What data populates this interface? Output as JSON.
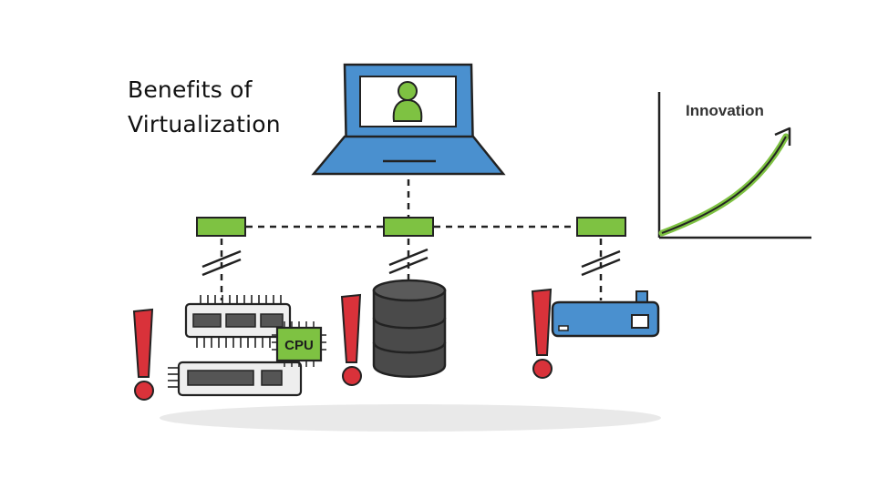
{
  "title": {
    "line1": "Benefits of",
    "line2": "Virtualization"
  },
  "chart": {
    "label": "Innovation"
  },
  "hardware": {
    "cpu_label": "CPU"
  },
  "icons": [
    "laptop-icon",
    "user-icon",
    "network-node",
    "memory-module-icon",
    "cpu-chip-icon",
    "hard-drive-icon",
    "database-icon",
    "router-icon",
    "alert-icon",
    "growth-arrow-icon"
  ],
  "colors": {
    "device_blue": "#4a90cf",
    "node_green": "#7ec242",
    "alert_red": "#d9323a",
    "database_gray": "#4a4a4a",
    "outline": "#222222"
  }
}
